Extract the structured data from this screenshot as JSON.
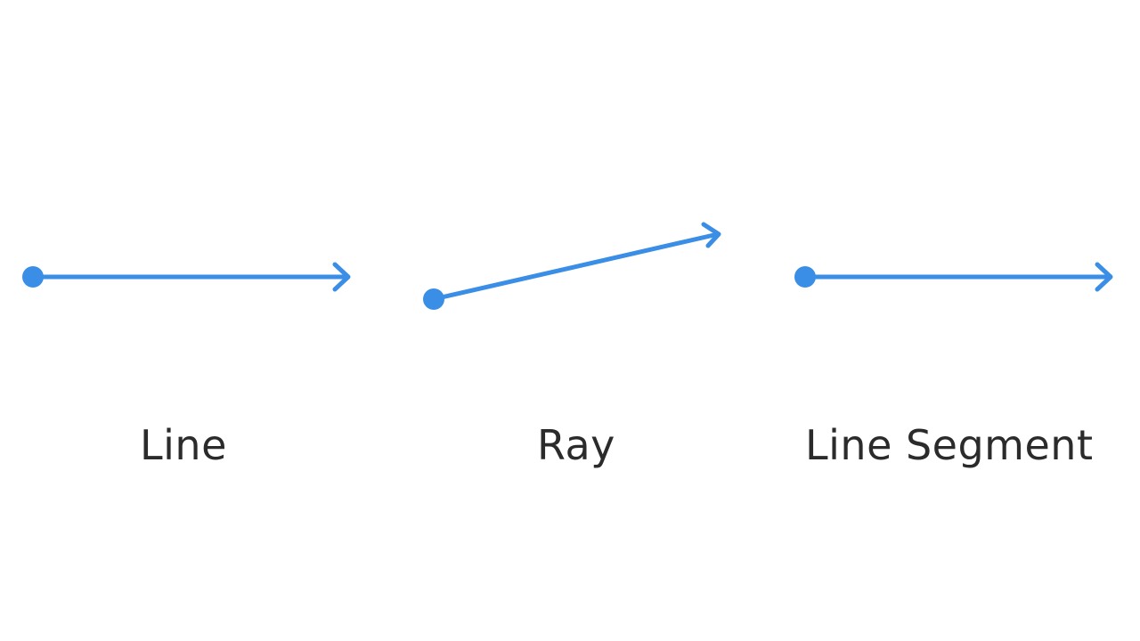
{
  "diagram": {
    "stroke_color": "#3a8ee6",
    "items": [
      {
        "label": "Line",
        "marker": "dot-start",
        "end": "arrow"
      },
      {
        "label": "Ray",
        "marker": "dot-start",
        "end": "arrow"
      },
      {
        "label": "Line Segment",
        "marker": "dot-start",
        "end": "arrow"
      }
    ]
  }
}
